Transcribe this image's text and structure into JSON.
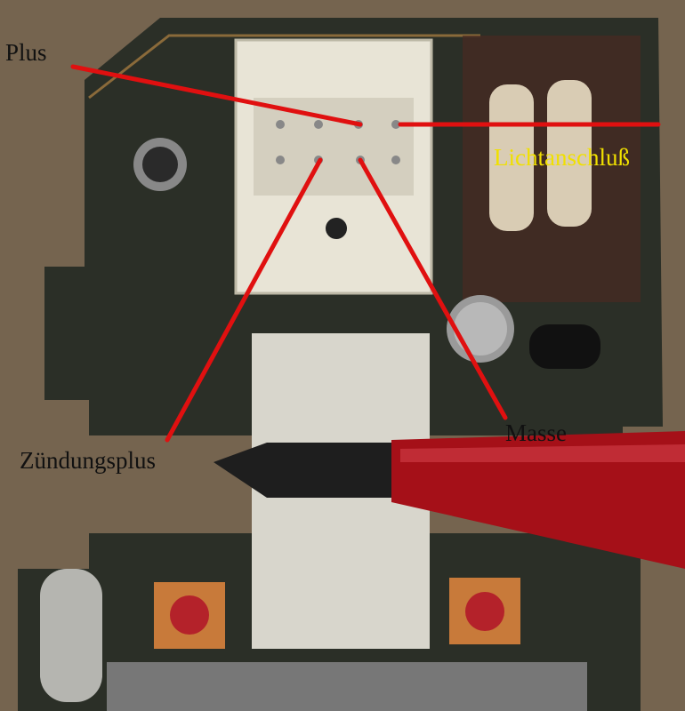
{
  "annotations": {
    "plus": "Plus",
    "lichtanschluss": "Lichtanschluß",
    "masse": "Masse",
    "zuendungsplus": "Zündungsplus"
  },
  "colors": {
    "line": "#e01010",
    "light_label": "#f0e000",
    "pcb": "#2a2e26",
    "connector": "#e8e4d6"
  }
}
